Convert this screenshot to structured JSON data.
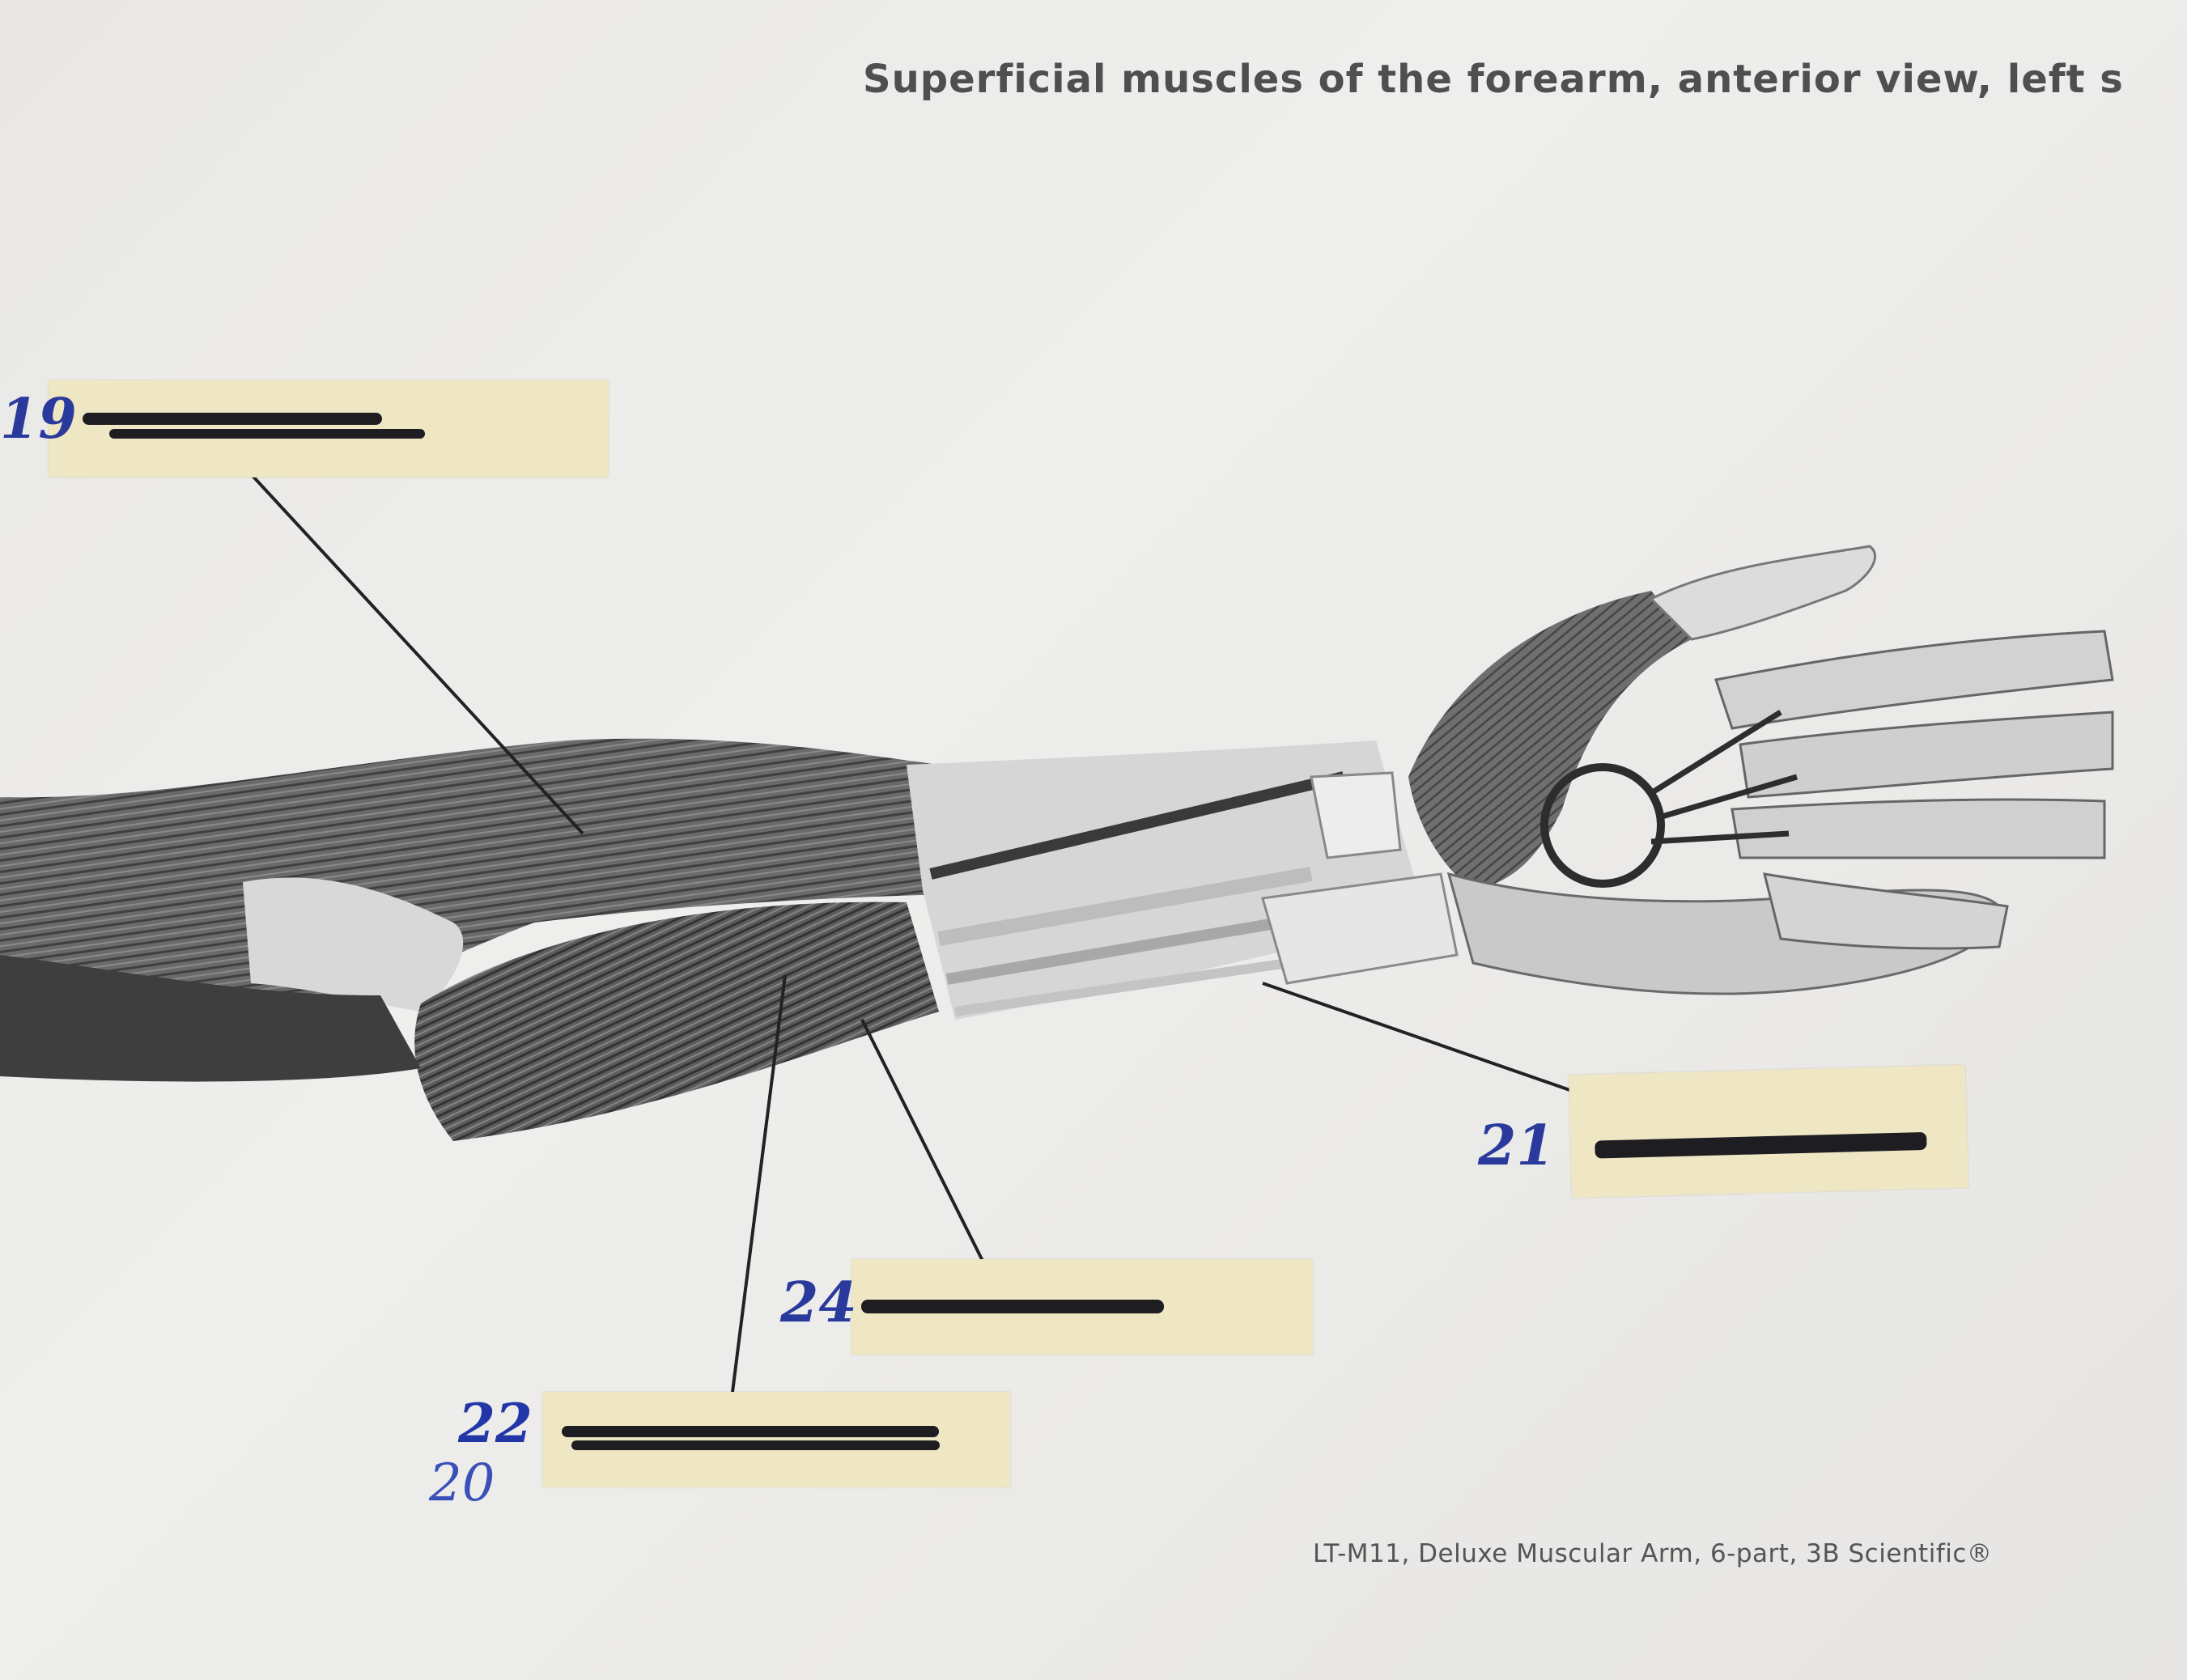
{
  "title": "Superficial muscles of the forearm, anterior view, left si",
  "footer": "LT-M11, Deluxe Muscular Arm, 6-part, 3B Scientific®",
  "labels": [
    {
      "id": "19",
      "number": "19"
    },
    {
      "id": "21",
      "number": "21"
    },
    {
      "id": "24",
      "number": "24"
    },
    {
      "id": "20",
      "number": "22",
      "number_corrected": "20"
    }
  ],
  "colors": {
    "paper": "#eeeeec",
    "tape": "#efe7c4",
    "ink_blue": "#2a3a9c",
    "marker_black": "#1d1d22",
    "muscle": "#5a5a5a"
  }
}
